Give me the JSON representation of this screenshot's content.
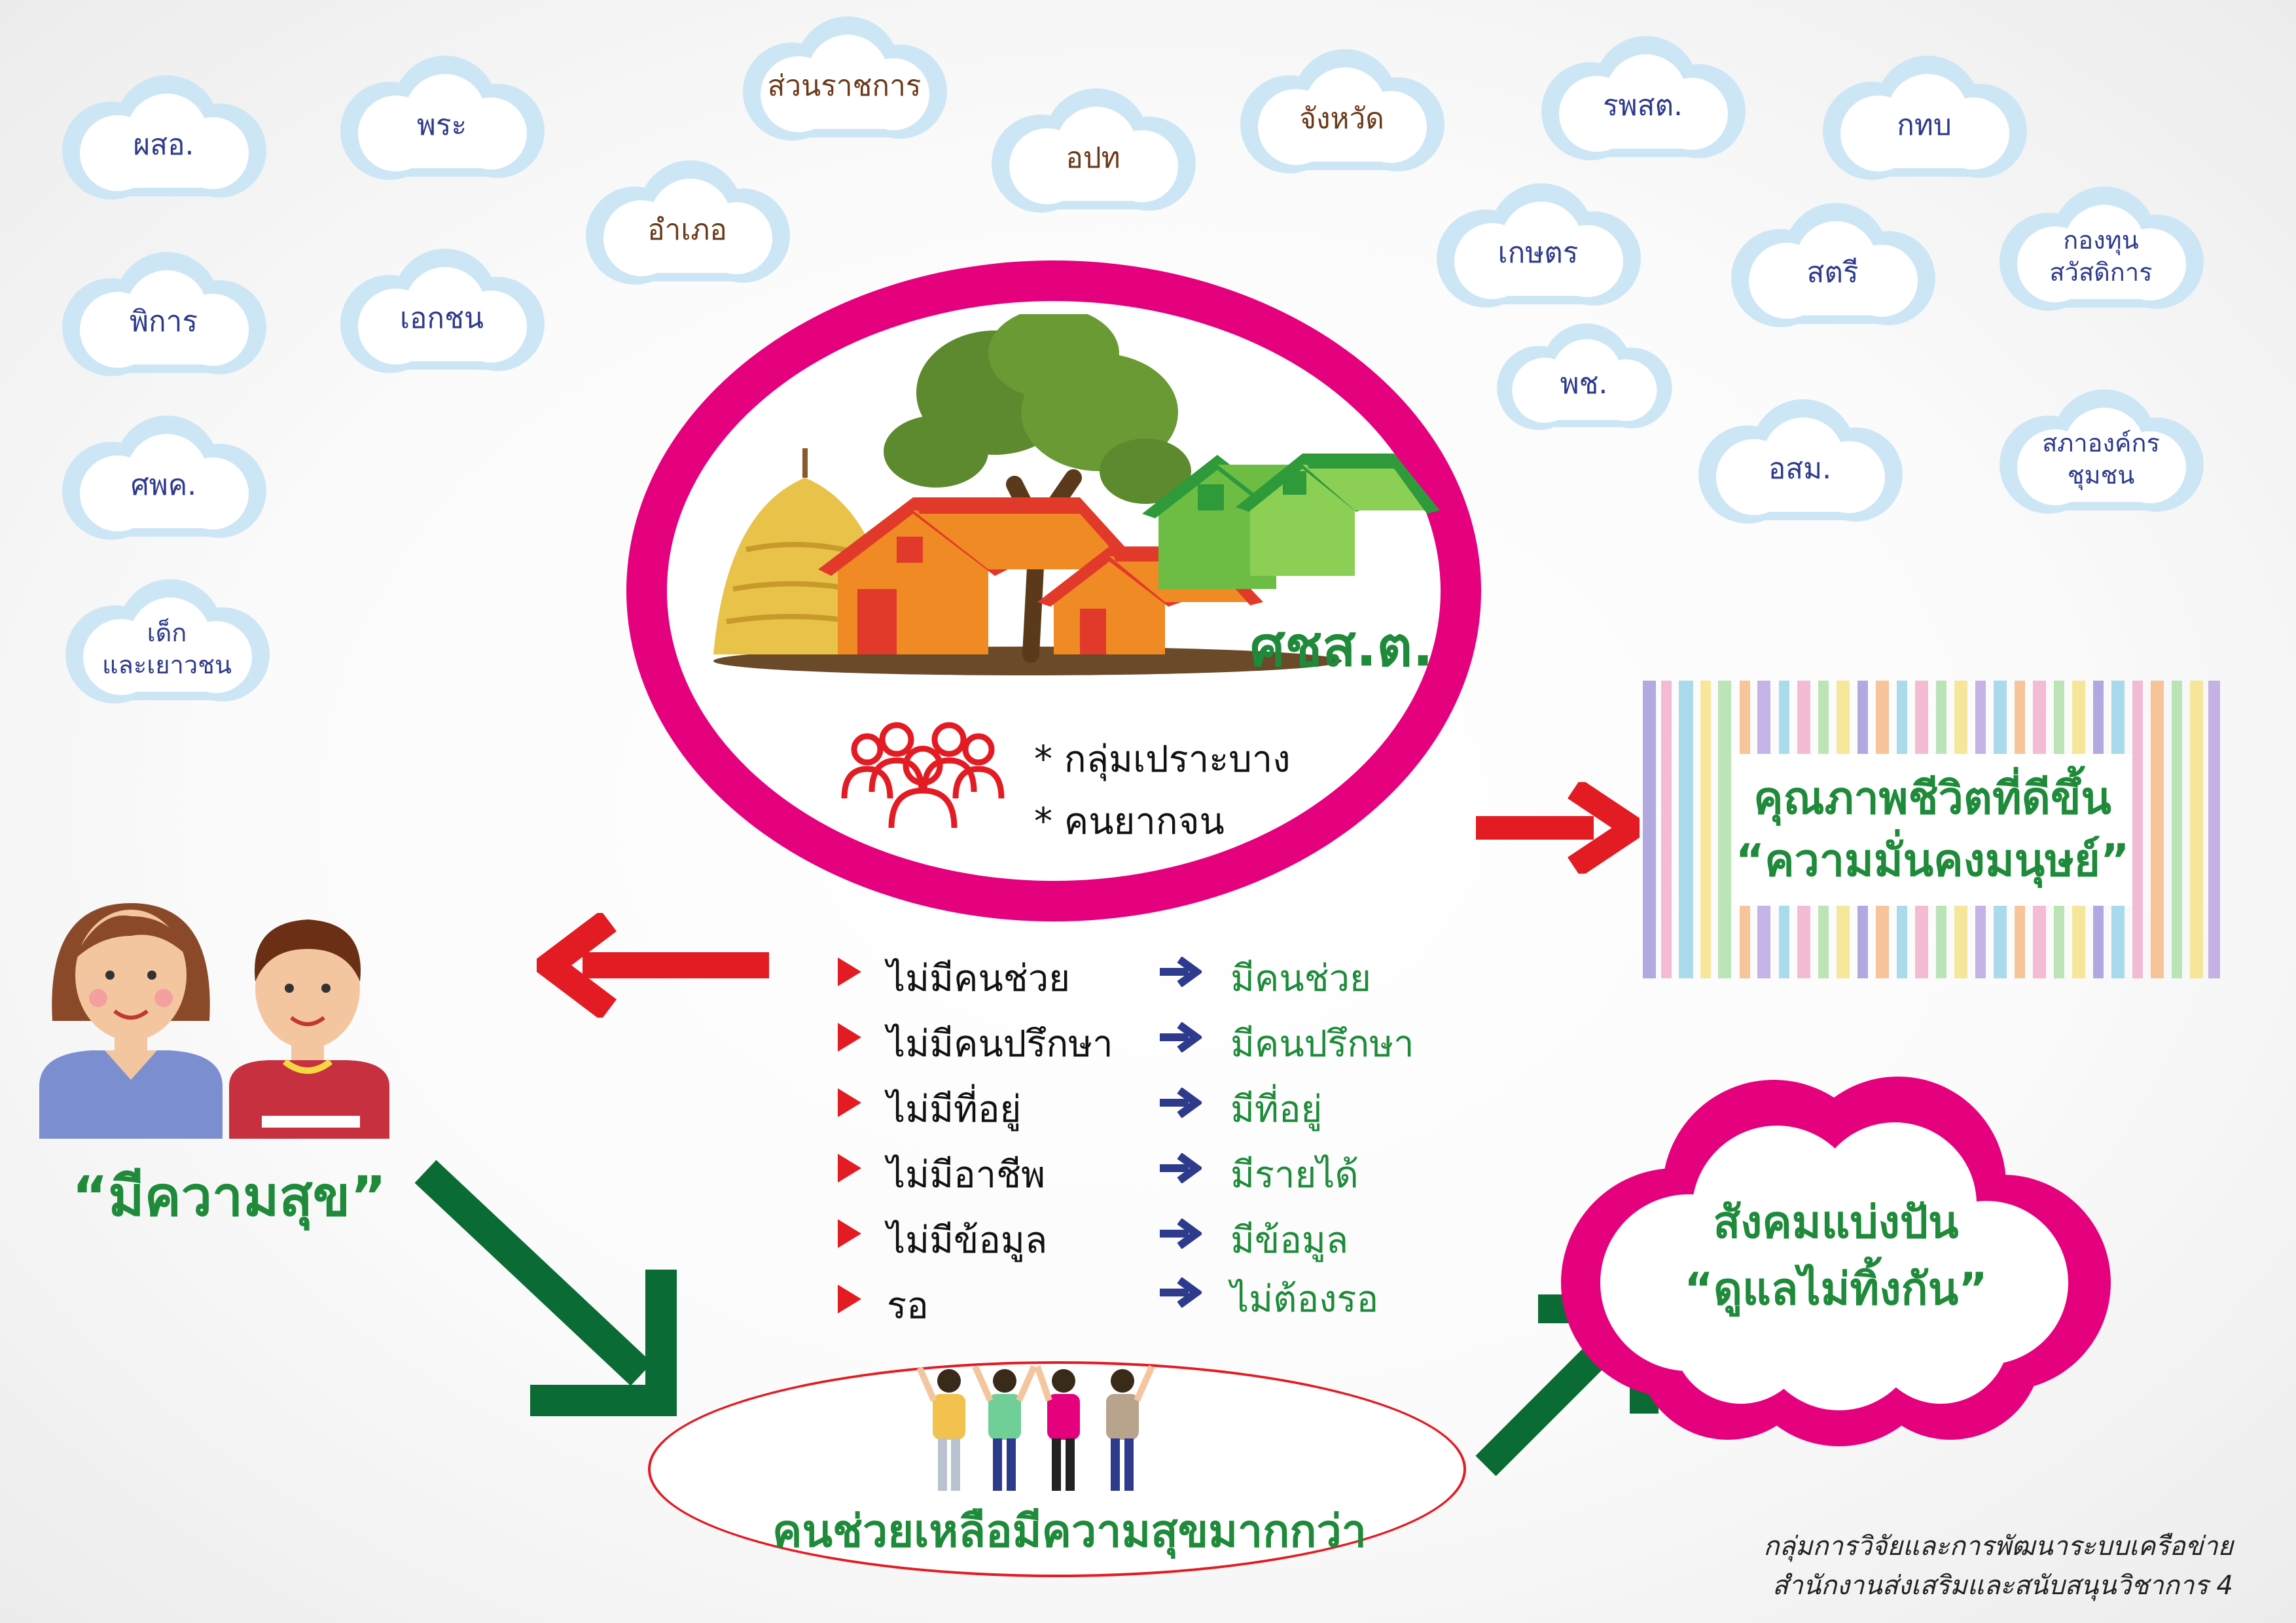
{
  "clouds": [
    {
      "label": "ผสอ."
    },
    {
      "label": "พระ"
    },
    {
      "label": "ส่วนราชการ"
    },
    {
      "label": "อปท"
    },
    {
      "label": "จังหวัด"
    },
    {
      "label": "รพสต."
    },
    {
      "label": "กทบ"
    },
    {
      "label": "อำเภอ"
    },
    {
      "label": "พิการ"
    },
    {
      "label": "เอกชน"
    },
    {
      "label": "เกษตร"
    },
    {
      "label": "สตรี"
    },
    {
      "label": "กองทุน\nสวัสดิการ"
    },
    {
      "label": "พช."
    },
    {
      "label": "ศพค."
    },
    {
      "label": "อสม."
    },
    {
      "label": "สภาองค์กร\nชุมชน"
    },
    {
      "label": "เด็ก\nและเยาวชน"
    }
  ],
  "center": {
    "label": "ศชส.ต.",
    "groups": [
      "* กลุ่มเปราะบาง",
      "* คนยากจน"
    ]
  },
  "quality": {
    "line1": "คุณภาพชีวิตที่ดีขึ้น",
    "line2": "“ความมั่นคงมนุษย์”"
  },
  "transitions": [
    {
      "from": "ไม่มีคนช่วย",
      "to": "มีคนช่วย"
    },
    {
      "from": "ไม่มีคนปรึกษา",
      "to": "มีคนปรึกษา"
    },
    {
      "from": "ไม่มีที่อยู่",
      "to": "มีที่อยู่"
    },
    {
      "from": "ไม่มีอาชีพ",
      "to": "มีรายได้"
    },
    {
      "from": "ไม่มีข้อมูล",
      "to": "มีข้อมูล"
    },
    {
      "from": "รอ",
      "to": "ไม่ต้องรอ"
    }
  ],
  "happy": {
    "label": "“มีความสุข”"
  },
  "helpers": {
    "label": "คนช่วยเหลือมีความสุขมากกว่า"
  },
  "society": {
    "line1": "สังคมแบ่งปัน",
    "line2": "“ดูแลไม่ทิ้งกัน”"
  },
  "footer": {
    "line1": "กลุ่มการวิจัยและการพัฒนาระบบเครือข่าย",
    "line2": "สำนักงานส่งเสริมและสนับสนุนวิชาการ 4"
  },
  "colors": {
    "ring": "#e5007e",
    "accent_green": "#1e8a3a",
    "arrow_red": "#e31b23",
    "arrow_blue": "#2e3a8c",
    "arrow_green": "#0b6b35",
    "cloud": "#cde6f5"
  }
}
